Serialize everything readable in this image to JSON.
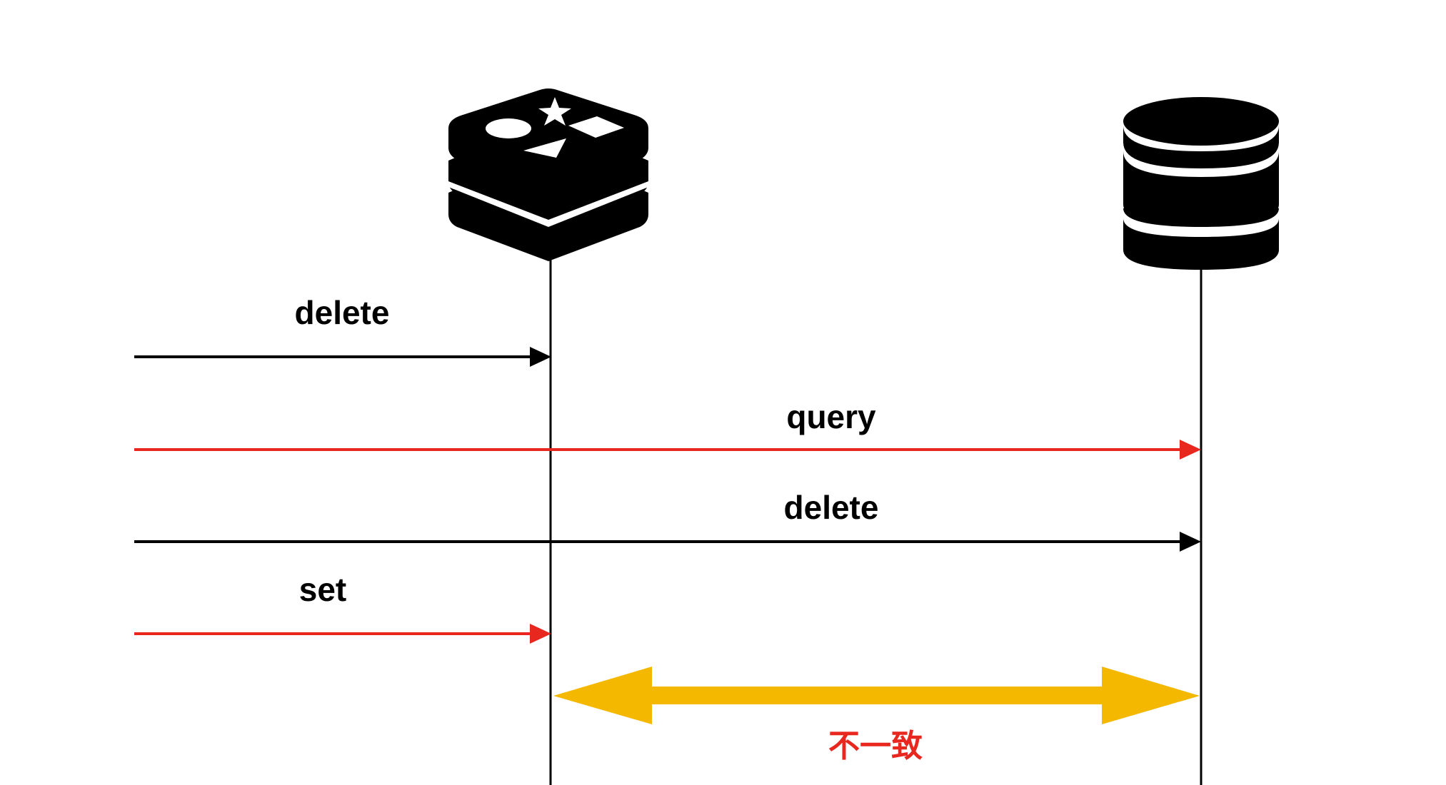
{
  "participants": [
    {
      "id": "redis",
      "icon": "redis-icon"
    },
    {
      "id": "database",
      "icon": "database-icon"
    }
  ],
  "messages": [
    {
      "id": "msg-1",
      "label": "delete",
      "to": "redis",
      "color": "#000000"
    },
    {
      "id": "msg-2",
      "label": "query",
      "to": "database",
      "color": "#e8271f"
    },
    {
      "id": "msg-3",
      "label": "delete",
      "to": "database",
      "color": "#000000"
    },
    {
      "id": "msg-4",
      "label": "set",
      "to": "redis",
      "color": "#e8271f"
    }
  ],
  "inconsistency": {
    "label": "不一致",
    "label_color": "#e8271f",
    "arrow_color": "#f5b800",
    "from": "redis",
    "to": "database"
  }
}
